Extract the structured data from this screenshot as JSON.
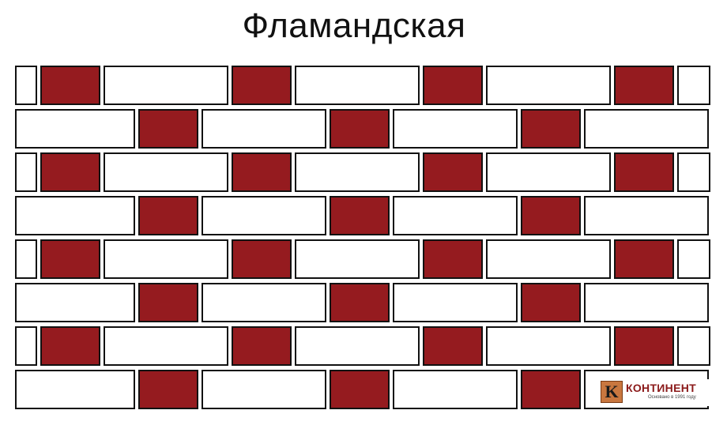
{
  "title": "Фламандская",
  "bond": {
    "rows": 8,
    "header_color": "#951b1f",
    "stretcher_color": "#ffffff",
    "mortar_color": "#ffffff",
    "outline_color": "#111111"
  },
  "logo": {
    "letter": "K",
    "name": "КОНТИНЕНТ",
    "tagline": "Основано в 1991 году"
  }
}
